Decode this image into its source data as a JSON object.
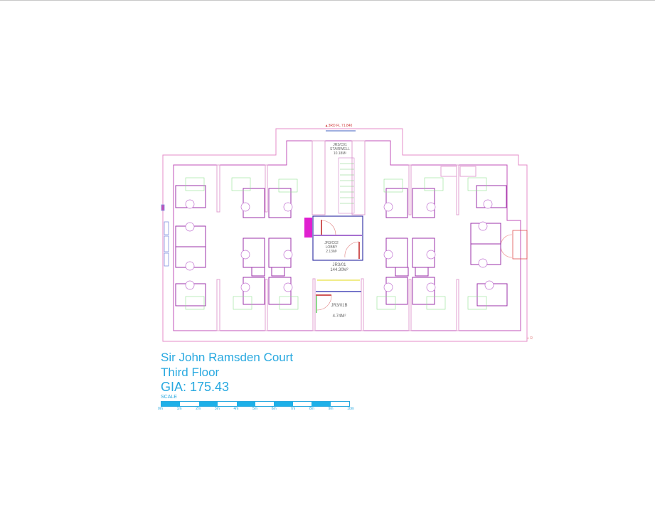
{
  "plan": {
    "level_marker": "▲3RD FL 71.840",
    "stairwell": {
      "code": "JR3/C01",
      "name": "STAIRWELL",
      "area": "10.18M²"
    },
    "lobby": {
      "code": "JR3/C02",
      "name": "LOBBY",
      "area": "2.13M²"
    },
    "main_room": {
      "code": "JR3/01",
      "area": "144.30M²"
    },
    "small_room": {
      "code": "JR3/01B",
      "area": "4.74M²"
    },
    "corner_note": "+ R"
  },
  "title": {
    "building": "Sir John Ramsden Court",
    "floor": "Third Floor",
    "gia": "GIA: 175.43"
  },
  "scale": {
    "label": "SCALE",
    "ticks": [
      "0m",
      "1m",
      "2m",
      "3m",
      "4m",
      "5m",
      "6m",
      "7m",
      "8m",
      "9m",
      "10m"
    ]
  },
  "colors": {
    "wall": "#d070c8",
    "furniture": "#9b30a8",
    "power": "#3cc83c",
    "title": "#29a9e0"
  }
}
